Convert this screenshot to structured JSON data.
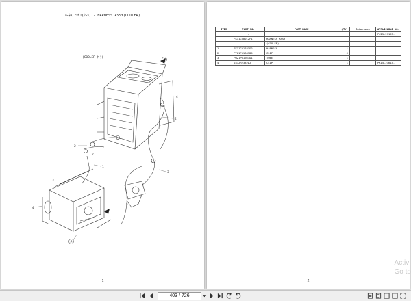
{
  "pages": [
    {
      "title": "ﾊｰﾈｽ ｱｯｾﾝ(ｸｰﾗ) - HARNESS ASSY(COOLER)",
      "subtitle": "(COOLER-ｸｰﾗ)",
      "page_number": "1",
      "callouts": [
        "2",
        "2",
        "1",
        "3",
        "3",
        "4",
        "4",
        "4",
        "2"
      ]
    },
    {
      "page_number": "2",
      "table": {
        "headers": [
          "ITEM",
          "PART NO.",
          "PART NAME",
          "QTY",
          "Reference",
          "APPLICABLE NO."
        ],
        "rows": [
          [
            "",
            "-",
            "",
            "",
            "",
            "PX15-21195-"
          ],
          [
            "",
            "PX11C00012F1",
            "HARNESS ASSY",
            "",
            "",
            ""
          ],
          [
            "",
            "",
            "(COOLER)",
            "",
            "",
            ""
          ],
          [
            "1",
            "PX11C01631F2",
            "HARNESS",
            "1",
            "",
            ""
          ],
          [
            "2",
            "PY01P01643D5",
            "CLIP",
            "6",
            "",
            ""
          ],
          [
            "3",
            "PB21P01663D1",
            "TUBE",
            "1",
            "",
            ""
          ],
          [
            "4",
            "2432R2332D2",
            "CLIP",
            "1",
            "",
            "PX15-21614-"
          ]
        ]
      }
    }
  ],
  "watermark": [
    "Activ",
    "Go to"
  ],
  "toolbar": {
    "page_display": "403 / 726",
    "icons": [
      "first-page-icon",
      "prev-page-icon",
      "next-page-icon",
      "last-page-icon",
      "page-dropdown-icon",
      "back-icon",
      "forward-icon",
      "fit-width-icon",
      "fit-page-icon",
      "zoom-out-icon",
      "zoom-in-icon",
      "rotate-icon",
      "full-screen-icon"
    ]
  }
}
